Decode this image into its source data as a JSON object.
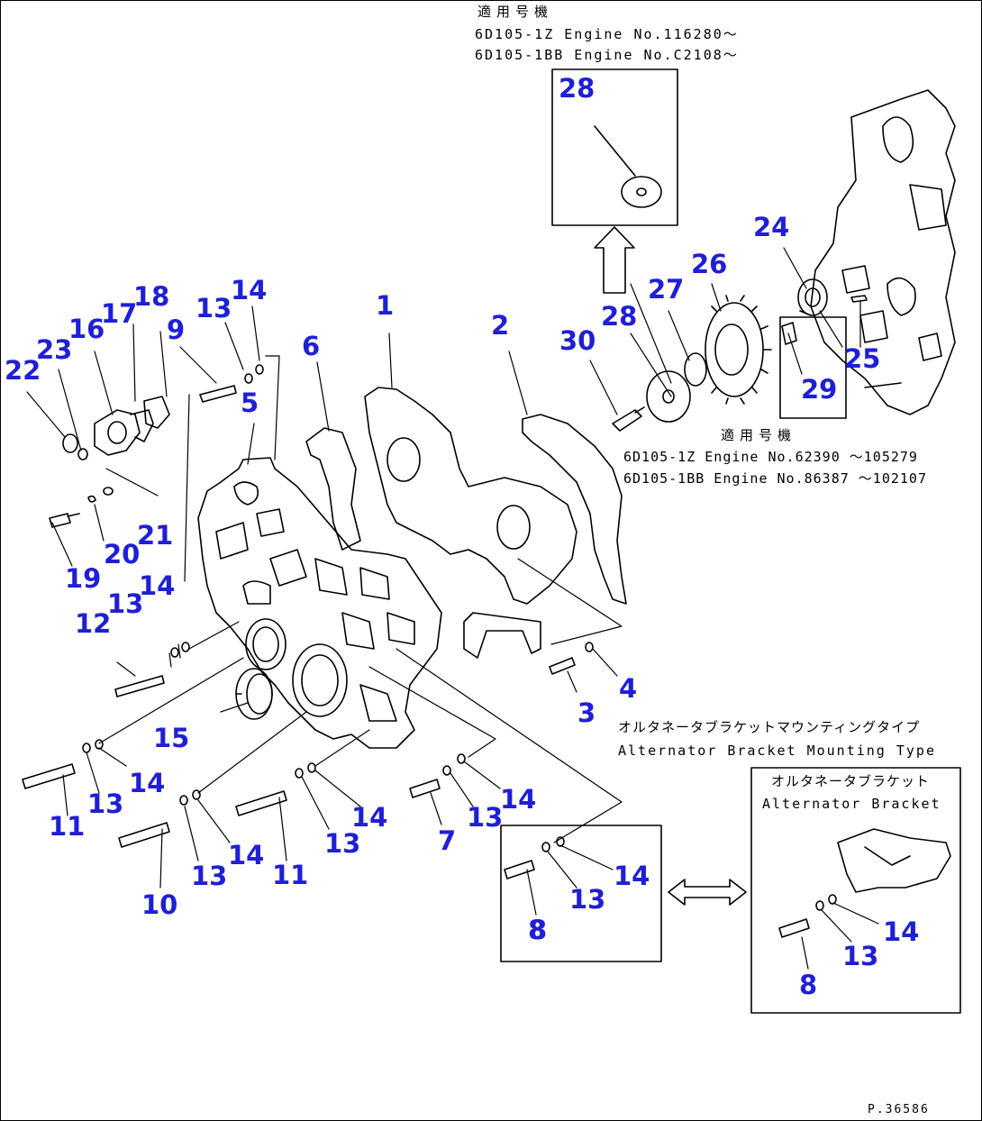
{
  "header_note": {
    "title": "適用号機",
    "line1": "6D105-1Z  Engine No.116280〜",
    "line2": "6D105-1BB Engine No.C2108〜"
  },
  "mid_note": {
    "title": "適用号機",
    "line1": "6D105-1Z  Engine No.62390 〜105279",
    "line2": "6D105-1BB Engine No.86387 〜102107"
  },
  "alternator_type": {
    "jp": "オルタネータブラケットマウンティングタイプ",
    "en": "Alternator Bracket Mounting Type"
  },
  "alternator_box": {
    "jp": "オルタネータブラケット",
    "en": "Alternator Bracket"
  },
  "drawing_id": "P.36586",
  "callouts": [
    "28",
    "1",
    "2",
    "3",
    "4",
    "5",
    "6",
    "7",
    "8",
    "9",
    "10",
    "11",
    "11",
    "12",
    "13",
    "13",
    "13",
    "13",
    "13",
    "13",
    "14",
    "14",
    "14",
    "14",
    "14",
    "14",
    "15",
    "16",
    "17",
    "18",
    "19",
    "20",
    "21",
    "22",
    "23",
    "24",
    "25",
    "26",
    "27",
    "28",
    "29",
    "30",
    "8",
    "13",
    "14",
    "8",
    "13",
    "14"
  ]
}
